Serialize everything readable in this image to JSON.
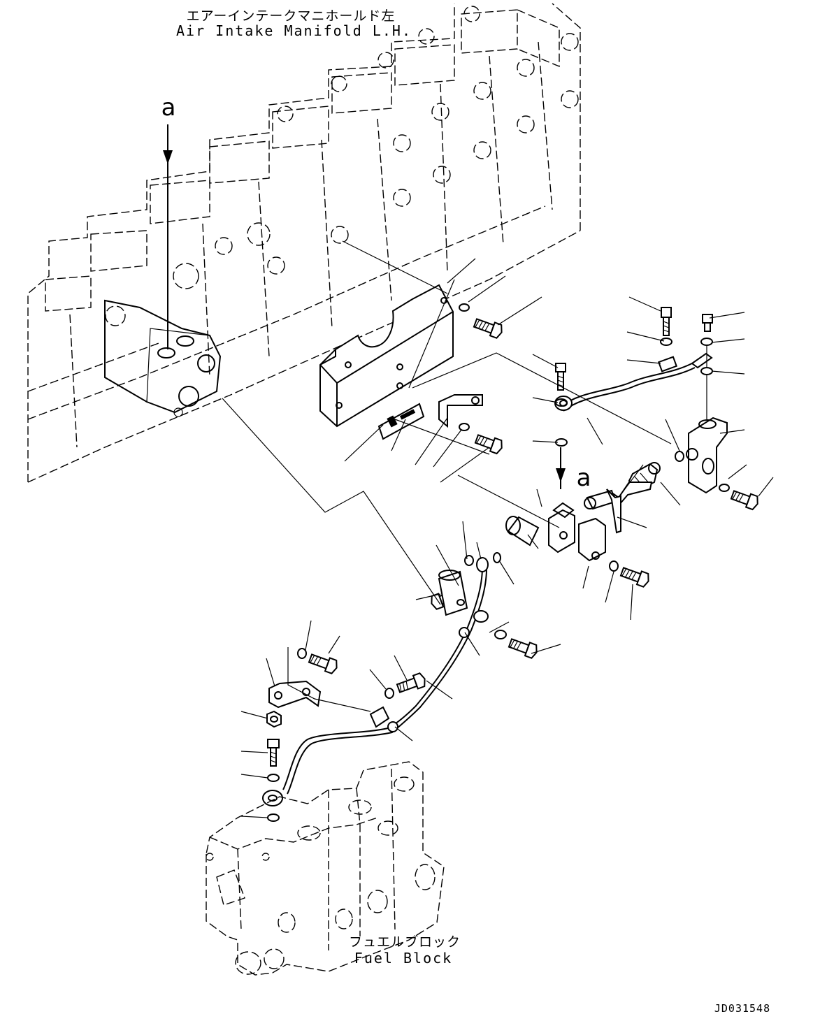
{
  "labels": {
    "manifold_jp": "エアーインテークマニホールド左",
    "manifold_en": "Air Intake Manifold L.H.",
    "fuel_block_jp": "フュエルブロック",
    "fuel_block_en": "Fuel Block",
    "view_marker_top": "a",
    "view_marker_mid": "a",
    "drawing_code": "JD031548"
  }
}
